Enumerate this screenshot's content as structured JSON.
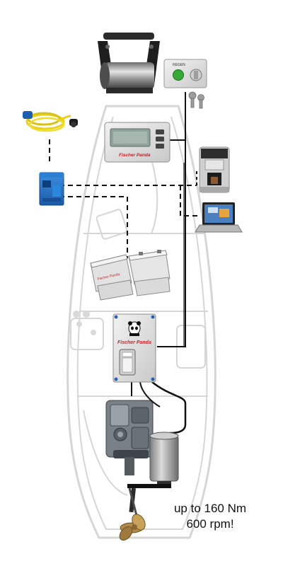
{
  "diagram": {
    "caption_line1": "up to 160 Nm",
    "caption_line2": "600 rpm!",
    "panel_switch_label": "REGEN",
    "display_brand": "Fischer Panda",
    "controller_brand": "Fischer Panda",
    "battery_brand": "Fischer Panda"
  },
  "colors": {
    "hull_outline": "#d6d6d6",
    "wiring": "#111111",
    "controller_red": "#d2232a",
    "inverter_blue": "#1f6fc4",
    "shore_cable_yellow": "#e8d21c",
    "switch_green": "#39a935"
  }
}
